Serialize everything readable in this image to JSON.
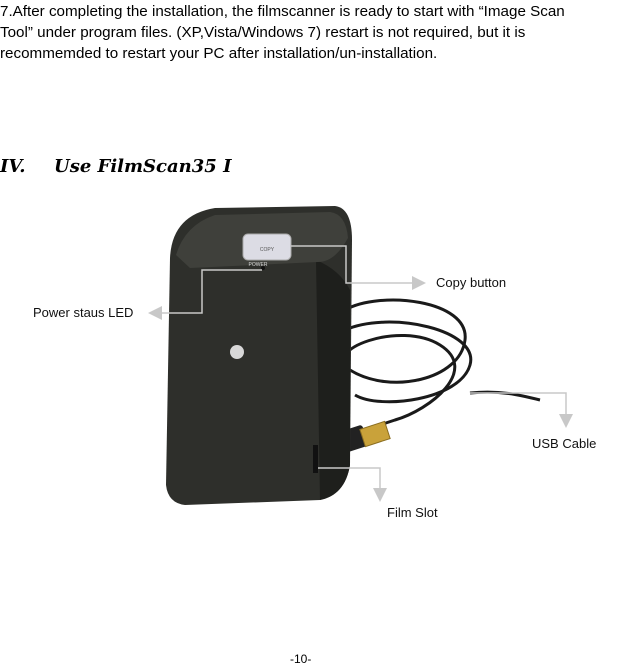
{
  "paragraph": {
    "lines": [
      "7.After completing the installation, the filmscanner is ready to start with “Image Scan",
      "Tool” under program files. (XP,Vista/Windows 7) restart is not required, but it is",
      "recommemded to restart your PC after installation/un-installation."
    ]
  },
  "section": {
    "number": "IV.",
    "title": "Use FilmScan35 I"
  },
  "device": {
    "button_text": "COPY",
    "led_text": "POWER"
  },
  "callouts": {
    "power_led": "Power staus LED",
    "copy_button": "Copy button",
    "usb_cable": "USB Cable",
    "film_slot": "Film Slot"
  },
  "colors": {
    "callout_line": "#c8c8c8",
    "device_body": "#2e2f2b"
  },
  "footer": {
    "page_number": "-10-"
  }
}
